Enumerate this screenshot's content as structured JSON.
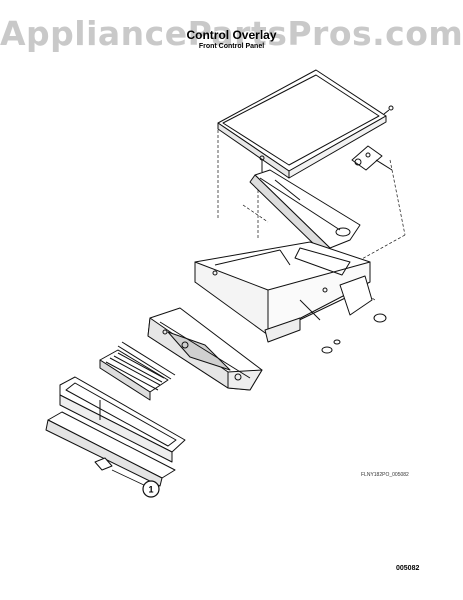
{
  "watermark": "AppliancePartsPros.com",
  "title": "Control Overlay",
  "subtitle": "Front Control Panel",
  "callout": "1",
  "figure_ref": "FLNY182PO_005082",
  "page_ref": "005082",
  "icons": [
    "callout-circle",
    "screw-icon"
  ]
}
